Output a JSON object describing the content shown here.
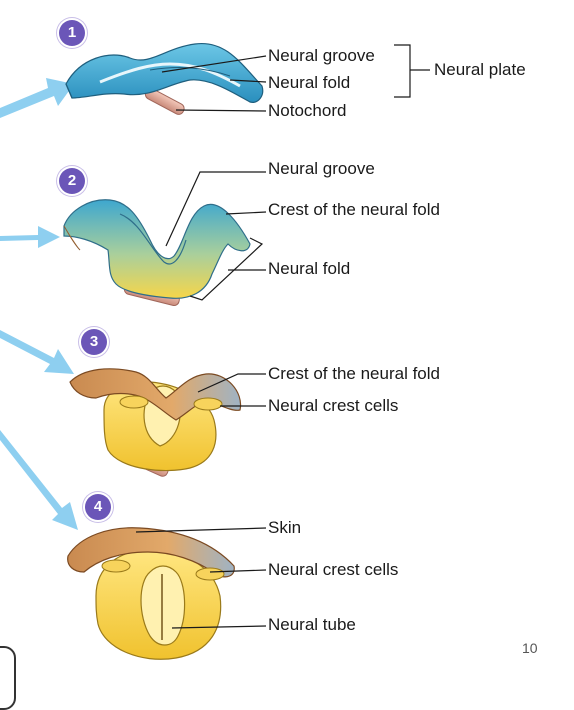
{
  "stages": [
    {
      "number": "1",
      "labels": {
        "groove": "Neural groove",
        "fold": "Neural fold",
        "notochord": "Notochord"
      },
      "bracket_label": "Neural plate"
    },
    {
      "number": "2",
      "labels": {
        "groove": "Neural groove",
        "crest": "Crest of the neural fold",
        "fold": "Neural fold"
      }
    },
    {
      "number": "3",
      "labels": {
        "crest": "Crest of the neural fold",
        "crest_cells": "Neural crest cells"
      }
    },
    {
      "number": "4",
      "labels": {
        "skin": "Skin",
        "crest_cells": "Neural crest cells",
        "tube": "Neural tube"
      }
    }
  ],
  "page_number": "10",
  "colors": {
    "badge": "#6b56b8",
    "arrow": "#8ecff0",
    "plate_blue": "#3ea7cf",
    "yellow": "#f6d64a",
    "skin": "#d99a5c",
    "notochord": "#e7b2a2"
  }
}
